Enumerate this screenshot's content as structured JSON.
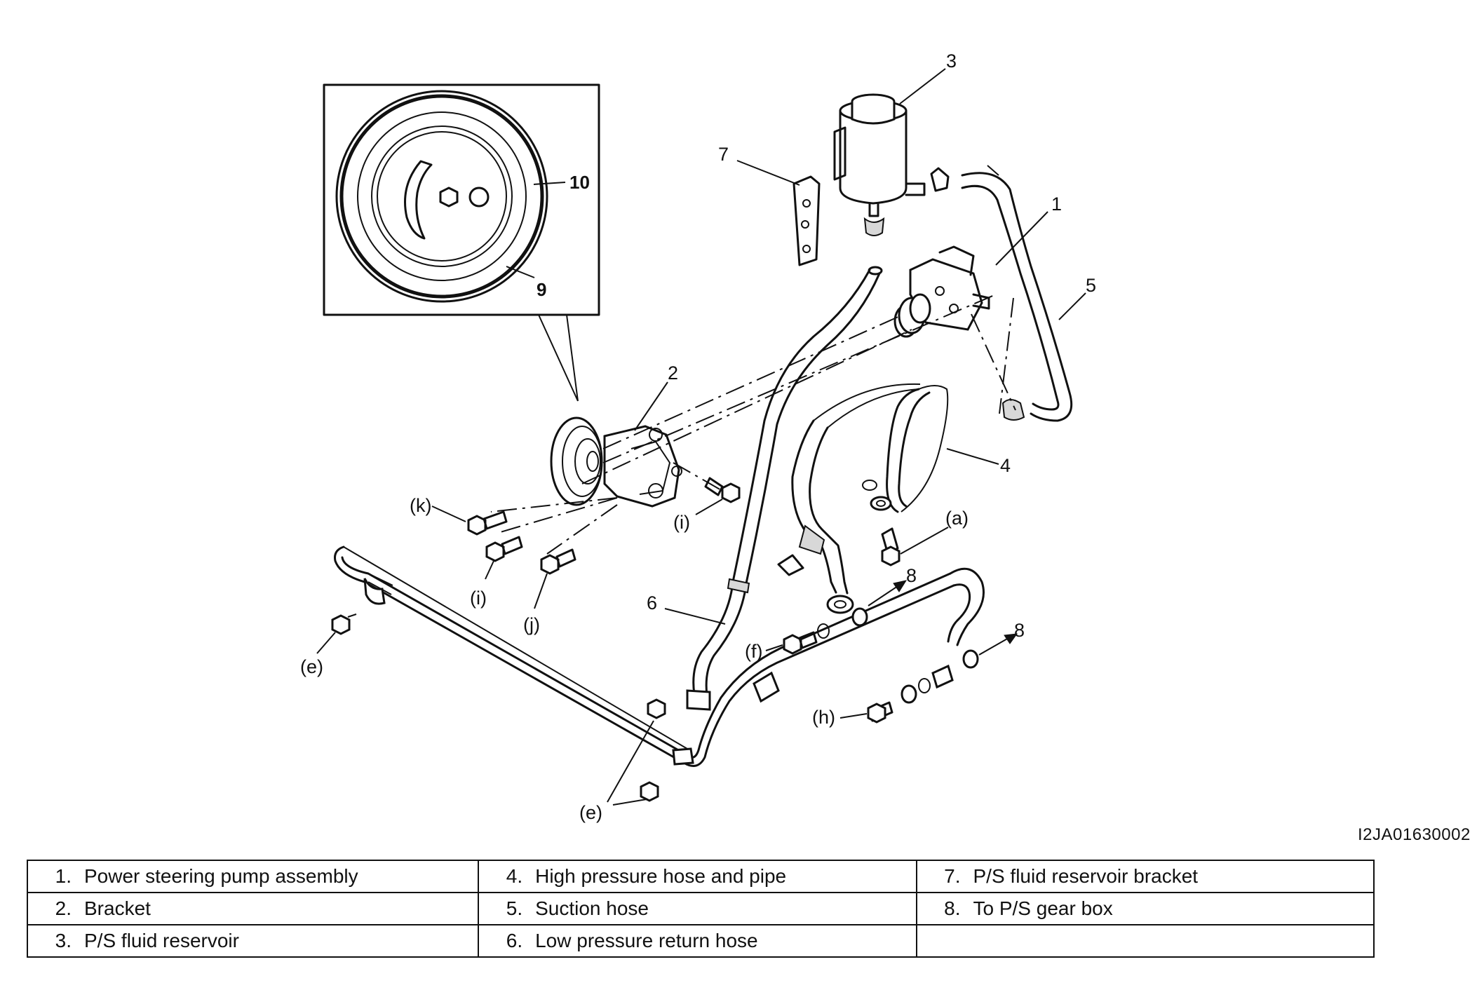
{
  "figure_code": "I2JA01630002",
  "callouts": {
    "n1": "1",
    "n2": "2",
    "n3": "3",
    "n4": "4",
    "n5": "5",
    "n6": "6",
    "n7": "7",
    "n8a": "8",
    "n8b": "8",
    "n9": "9",
    "n10": "10",
    "a": "(a)",
    "e1": "(e)",
    "e2": "(e)",
    "f": "(f)",
    "h": "(h)",
    "i1": "(i)",
    "i2": "(i)",
    "j": "(j)",
    "k": "(k)"
  },
  "legend": [
    [
      {
        "num": "1.",
        "text": "Power steering pump assembly"
      },
      {
        "num": "4.",
        "text": "High pressure hose and pipe"
      },
      {
        "num": "7.",
        "text": "P/S fluid reservoir bracket"
      }
    ],
    [
      {
        "num": "2.",
        "text": "Bracket"
      },
      {
        "num": "5.",
        "text": "Suction hose"
      },
      {
        "num": "8.",
        "text": "To P/S gear box"
      }
    ],
    [
      {
        "num": "3.",
        "text": "P/S fluid reservoir"
      },
      {
        "num": "6.",
        "text": "Low pressure return hose"
      },
      {
        "num": "",
        "text": ""
      }
    ]
  ]
}
